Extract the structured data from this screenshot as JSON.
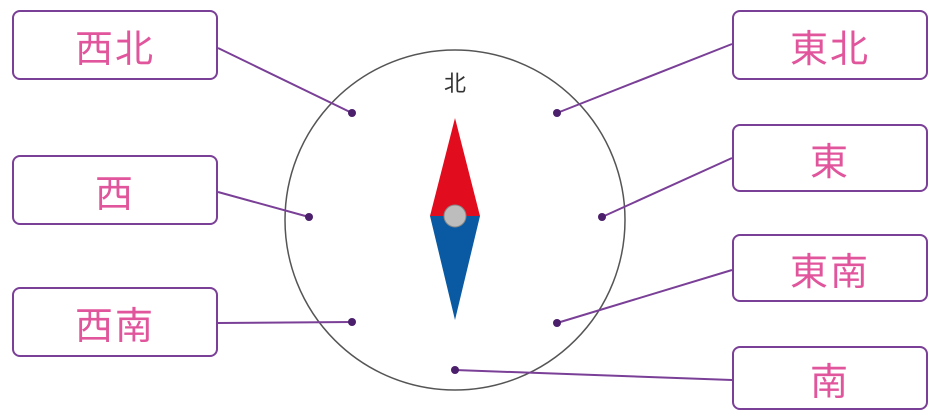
{
  "compass": {
    "north_label": "北"
  },
  "directions": {
    "northwest": "西北",
    "west": "西",
    "southwest": "西南",
    "northeast": "東北",
    "east": "東",
    "southeast": "東南",
    "south": "南"
  },
  "colors": {
    "box_border": "#7a3f97",
    "box_text": "#e0559c",
    "line": "#7a3f97",
    "needle_north": "#e10d1f",
    "needle_south": "#0a5aa3",
    "pivot": "#bdbdbd"
  }
}
